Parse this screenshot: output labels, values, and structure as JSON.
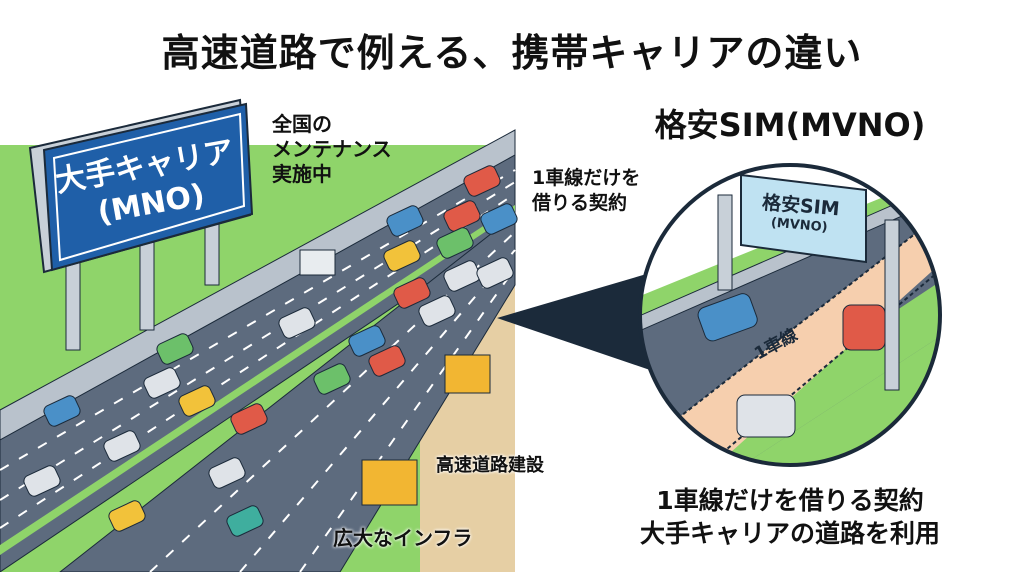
{
  "title": "高速道路で例える、携帯キャリアの違い",
  "mno": {
    "sign_line1": "大手キャリア",
    "sign_line2": "(MNO)",
    "maintenance": [
      "全国の",
      "メンテナンス",
      "実施中"
    ],
    "construction": "高速道路建設",
    "infrastructure": "広大なインフラ"
  },
  "mvno": {
    "title": "格安SIM(MVNO)",
    "lane_note": [
      "1車線だけを",
      "借りる契約"
    ],
    "sign_line1": "格安SIM",
    "sign_line2": "(MVNO)",
    "lane_label": "1車線",
    "summary": [
      "1車線だけを借りる契約",
      "大手キャリアの道路を利用"
    ]
  },
  "colors": {
    "sign_blue": "#1f5fa8",
    "grass": "#8fd46a",
    "road": "#5d6b7e",
    "lane_highlight": "#f6cfae",
    "outline": "#1b2a3a"
  }
}
